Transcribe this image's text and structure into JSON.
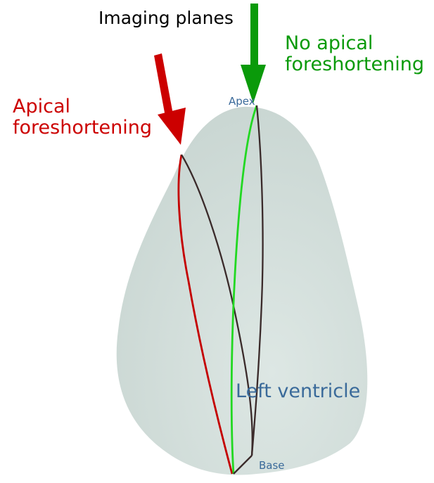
{
  "labels": {
    "imaging_planes": "Imaging planes",
    "no_apical_line1": "No apical",
    "no_apical_line2": "foreshortening",
    "apical_line1": "Apical",
    "apical_line2": "foreshortening",
    "apex": "Apex",
    "left_ventricle": "Left ventricle",
    "base": "Base"
  },
  "colors": {
    "ventricle_fill": "#c9d6d2",
    "ventricle_highlight": "#dde7e4",
    "green_accent": "#0a9a0a",
    "red_accent": "#cc0000",
    "plane_green": "#22d822",
    "plane_red": "#c40000",
    "plane_dark": "#3a2a2a",
    "label_blue": "#3a6a9a"
  }
}
